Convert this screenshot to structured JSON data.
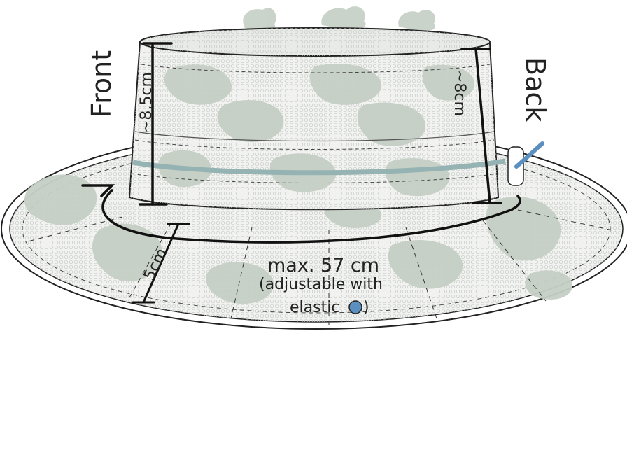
{
  "labels": {
    "front": "Front",
    "back": "Back",
    "crown_front_height": "~8,5cm",
    "crown_back_height": "~8cm",
    "brim_width": "5cm",
    "circumference": "max. 57 cm",
    "adjustable_note": "(adjustable with",
    "elastic_word": "elastic",
    "closing_paren": ")"
  },
  "colors": {
    "outline": "#222222",
    "fabric": "#f2f3f1",
    "camo": "#c5cfc4",
    "band": "#96b3b4",
    "elastic_marker": "#5b8fbf",
    "cord": "#5b8fbf"
  }
}
